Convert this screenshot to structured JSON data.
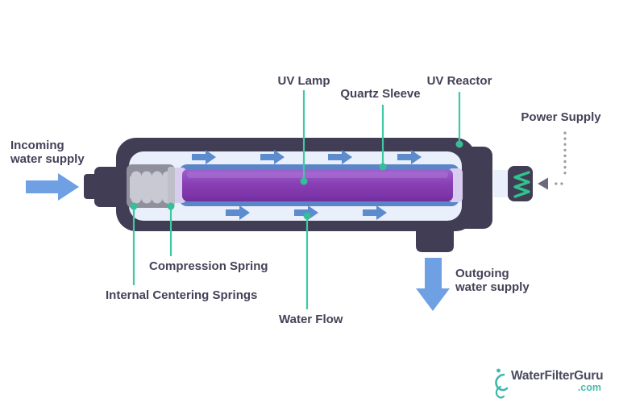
{
  "title": "UV water purifier diagram",
  "labels": {
    "incoming_line1": "Incoming",
    "incoming_line2": "water supply",
    "uv_lamp": "UV Lamp",
    "quartz_sleeve": "Quartz Sleeve",
    "uv_reactor": "UV Reactor",
    "power_supply": "Power Supply",
    "compression_spring": "Compression Spring",
    "internal_centering_springs": "Internal Centering Springs",
    "water_flow": "Water Flow",
    "outgoing_line1": "Outgoing",
    "outgoing_line2": "water supply"
  },
  "logo": {
    "name": "WaterFilterGuru",
    "tld": ".com",
    "icon": "water-swirl-icon"
  },
  "icons": {
    "flow_arrow": "right-arrow-icon",
    "incoming_arrow": "right-arrow-icon",
    "outgoing_arrow": "down-arrow-icon",
    "power_pointer": "dotted-left-arrow-icon",
    "power_element": "coil-zigzag-icon"
  },
  "colors": {
    "reactor_body": "#413D55",
    "reactor_interior": "#E9F0FB",
    "flow_arrow_blue": "#5C8BCE",
    "supply_arrow_blue": "#6FA0E4",
    "quartz_sleeve_blue": "#5C85C8",
    "lamp_purple_light": "#9E62CE",
    "lamp_purple_dark": "#6F2E9E",
    "lamp_end_lavender": "#D9CDEF",
    "spring_gray_outer": "#8F8F9D",
    "spring_gray_inner": "#C9C9D3",
    "leader_teal": "#3EC9A2",
    "power_coil_green": "#2EC48C",
    "dotted_gray": "#9B9BA5",
    "text_dark": "#454258",
    "logo_teal": "#48BCB2"
  }
}
